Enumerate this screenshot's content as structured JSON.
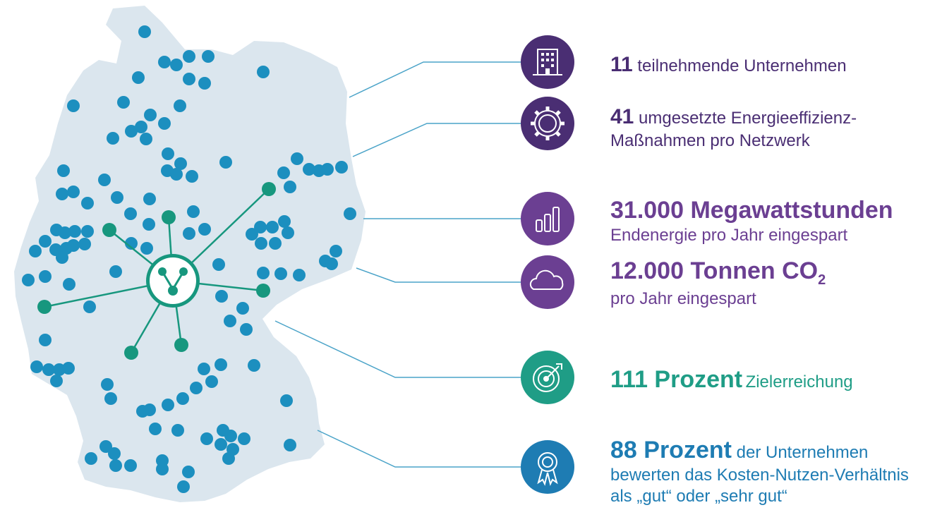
{
  "stats": [
    {
      "number": "11",
      "text": "teilnehmende Unternehmen"
    },
    {
      "number": "41",
      "line1": "umgesetzte Energieeffizienz-",
      "line2": "Maßnahmen pro Netzwerk"
    },
    {
      "number": "31.000 Megawattstunden",
      "sub": "Endenergie pro Jahr eingespart"
    },
    {
      "number": "12.000 Tonnen CO",
      "subscript": "2",
      "sub": "pro Jahr eingespart"
    },
    {
      "number": "111 Prozent",
      "text": "Zielerreichung"
    },
    {
      "number": "88 Prozent",
      "text": "der Unternehmen",
      "line2": "bewerten das Kosten-Nutzen-Verhältnis",
      "line3": "als „gut“ oder „sehr gut“"
    }
  ],
  "icons": [
    "building-icon",
    "gear-icon",
    "bar-chart-icon",
    "cloud-icon",
    "target-icon",
    "award-icon"
  ],
  "colors": {
    "map": "#dbe6ee",
    "dot_blue": "#1c8fbf",
    "dot_green": "#17977e",
    "purple_dark": "#4a2e73",
    "violet": "#6b3f92",
    "teal": "#1f9d86",
    "blue": "#1e7cb3"
  }
}
